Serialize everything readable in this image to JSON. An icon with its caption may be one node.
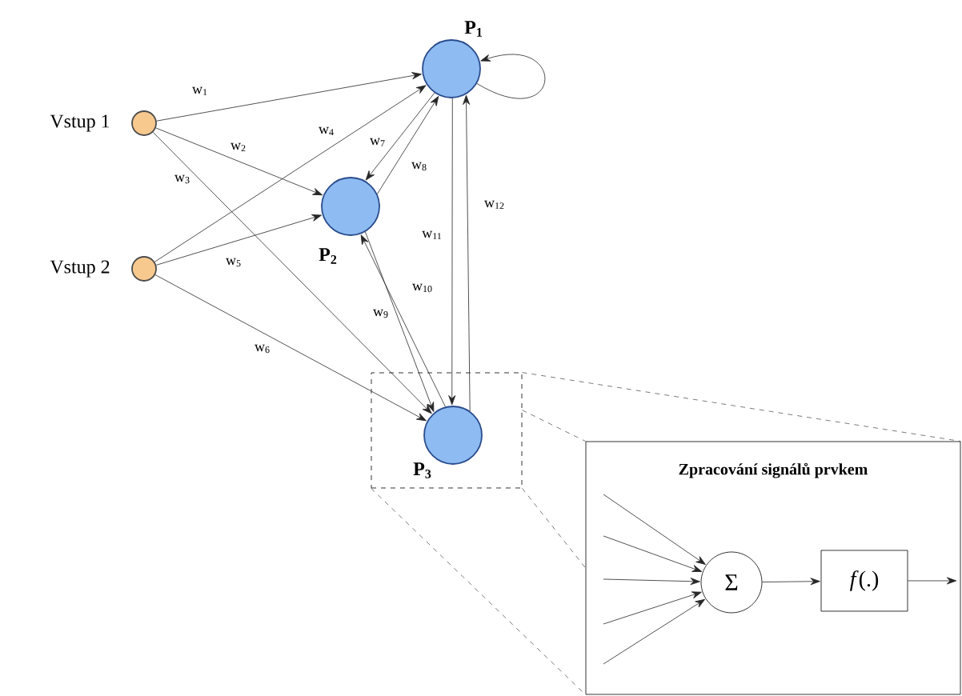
{
  "diagram": {
    "nodes": [
      {
        "text": [],
        "shape": "circle",
        "beside": [
          "Vstup 1"
        ]
      },
      {
        "text": [],
        "shape": "circle",
        "beside": [
          "Vstup 2"
        ]
      },
      {
        "text": [],
        "shape": "circle",
        "beside": [
          "P$_{1}$"
        ]
      },
      {
        "text": [],
        "shape": "circle",
        "beside": [
          "P$_{2}$"
        ]
      },
      {
        "text": [],
        "shape": "box"
      },
      {
        "text": [],
        "shape": "circle",
        "beside": [
          "P$_{3}$"
        ],
        "in": 4
      },
      {
        "text": [
          "Zpracování signálů prvkem"
        ]
      },
      {
        "text": [
          "Σ"
        ],
        "in": 6
      },
      {
        "text": [
          "*f*(.)"
        ],
        "in": 6
      }
    ],
    "edges": [
      {
        "from": 0,
        "to": 2,
        "arrow": "to",
        "label": "w$_{1}$"
      },
      {
        "from": 0,
        "to": 3,
        "arrow": "to",
        "label": "w$_{2}$"
      },
      {
        "from": 0,
        "to": 5,
        "arrow": "to",
        "label": "w$_{3}$"
      },
      {
        "from": 1,
        "to": 2,
        "arrow": "to",
        "label": "w$_{4}$"
      },
      {
        "from": 1,
        "to": 3,
        "arrow": "to",
        "label": "w$_{5}$"
      },
      {
        "from": 1,
        "to": 5,
        "arrow": "to",
        "label": "w$_{6}$"
      },
      {
        "from": 2,
        "to": 3,
        "arrow": "to",
        "label": "w$_{7}$"
      },
      {
        "from": 3,
        "to": 2,
        "arrow": "to",
        "label": "w$_{8}$"
      },
      {
        "from": 3,
        "to": 5,
        "arrow": "to",
        "label": "w$_{9}$"
      },
      {
        "from": 5,
        "to": 3,
        "arrow": "to",
        "label": "w$_{10}$"
      },
      {
        "from": 2,
        "to": 5,
        "arrow": "to",
        "label": "w$_{11}$"
      },
      {
        "from": 5,
        "to": 2,
        "arrow": "to",
        "label": "w$_{12}$"
      },
      {
        "from": 2,
        "to": 2,
        "arrow": "to"
      },
      {
        "from": null,
        "to": 7,
        "arrow": "to"
      },
      {
        "from": null,
        "to": 7,
        "arrow": "to"
      },
      {
        "from": null,
        "to": 7,
        "arrow": "to"
      },
      {
        "from": null,
        "to": 7,
        "arrow": "to"
      },
      {
        "from": null,
        "to": 7,
        "arrow": "to"
      },
      {
        "from": 7,
        "to": 8,
        "arrow": "to"
      },
      {
        "from": 8,
        "to": null,
        "arrow": "to"
      },
      {
        "from": 4,
        "to": 6,
        "arrow": "none",
        "style": "dashed"
      },
      {
        "from": 4,
        "to": 6,
        "arrow": "none",
        "style": "dashed"
      },
      {
        "from": 4,
        "to": 6,
        "arrow": "none",
        "style": "dashed"
      },
      {
        "from": 4,
        "to": 6,
        "arrow": "none",
        "style": "dashed"
      }
    ]
  }
}
